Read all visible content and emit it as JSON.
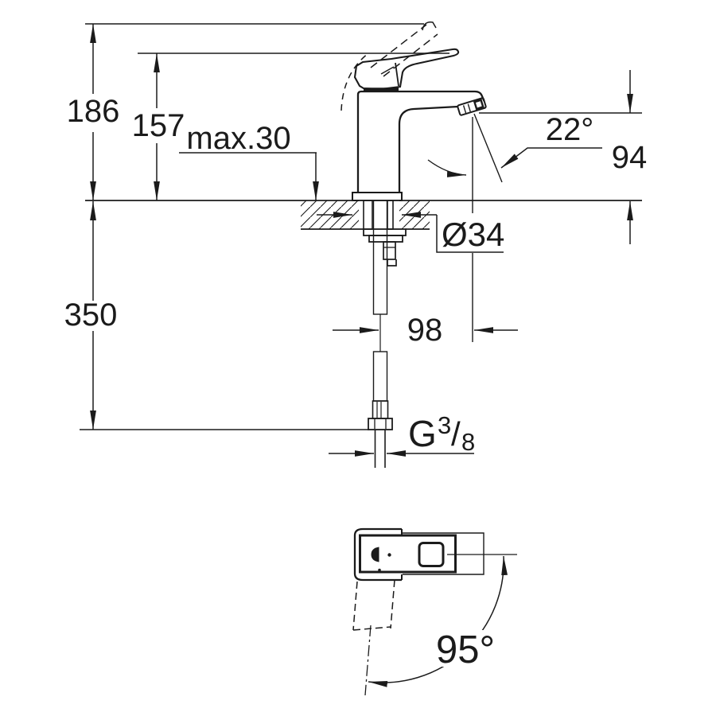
{
  "drawing": {
    "background": "#ffffff",
    "line_color": "#1b1b1b",
    "dimensions": {
      "overall_height": "186",
      "handle_height": "157",
      "max_deck_thickness": "max.30",
      "spout_angle": "22°",
      "spout_height": "94",
      "hole_diameter": "Ø34",
      "hose_length": "350",
      "spout_reach": "98",
      "thread_prefix": "G",
      "thread_numerator": "3",
      "thread_slash": "/",
      "thread_denominator": "8",
      "handle_swing_angle": "95°"
    }
  }
}
